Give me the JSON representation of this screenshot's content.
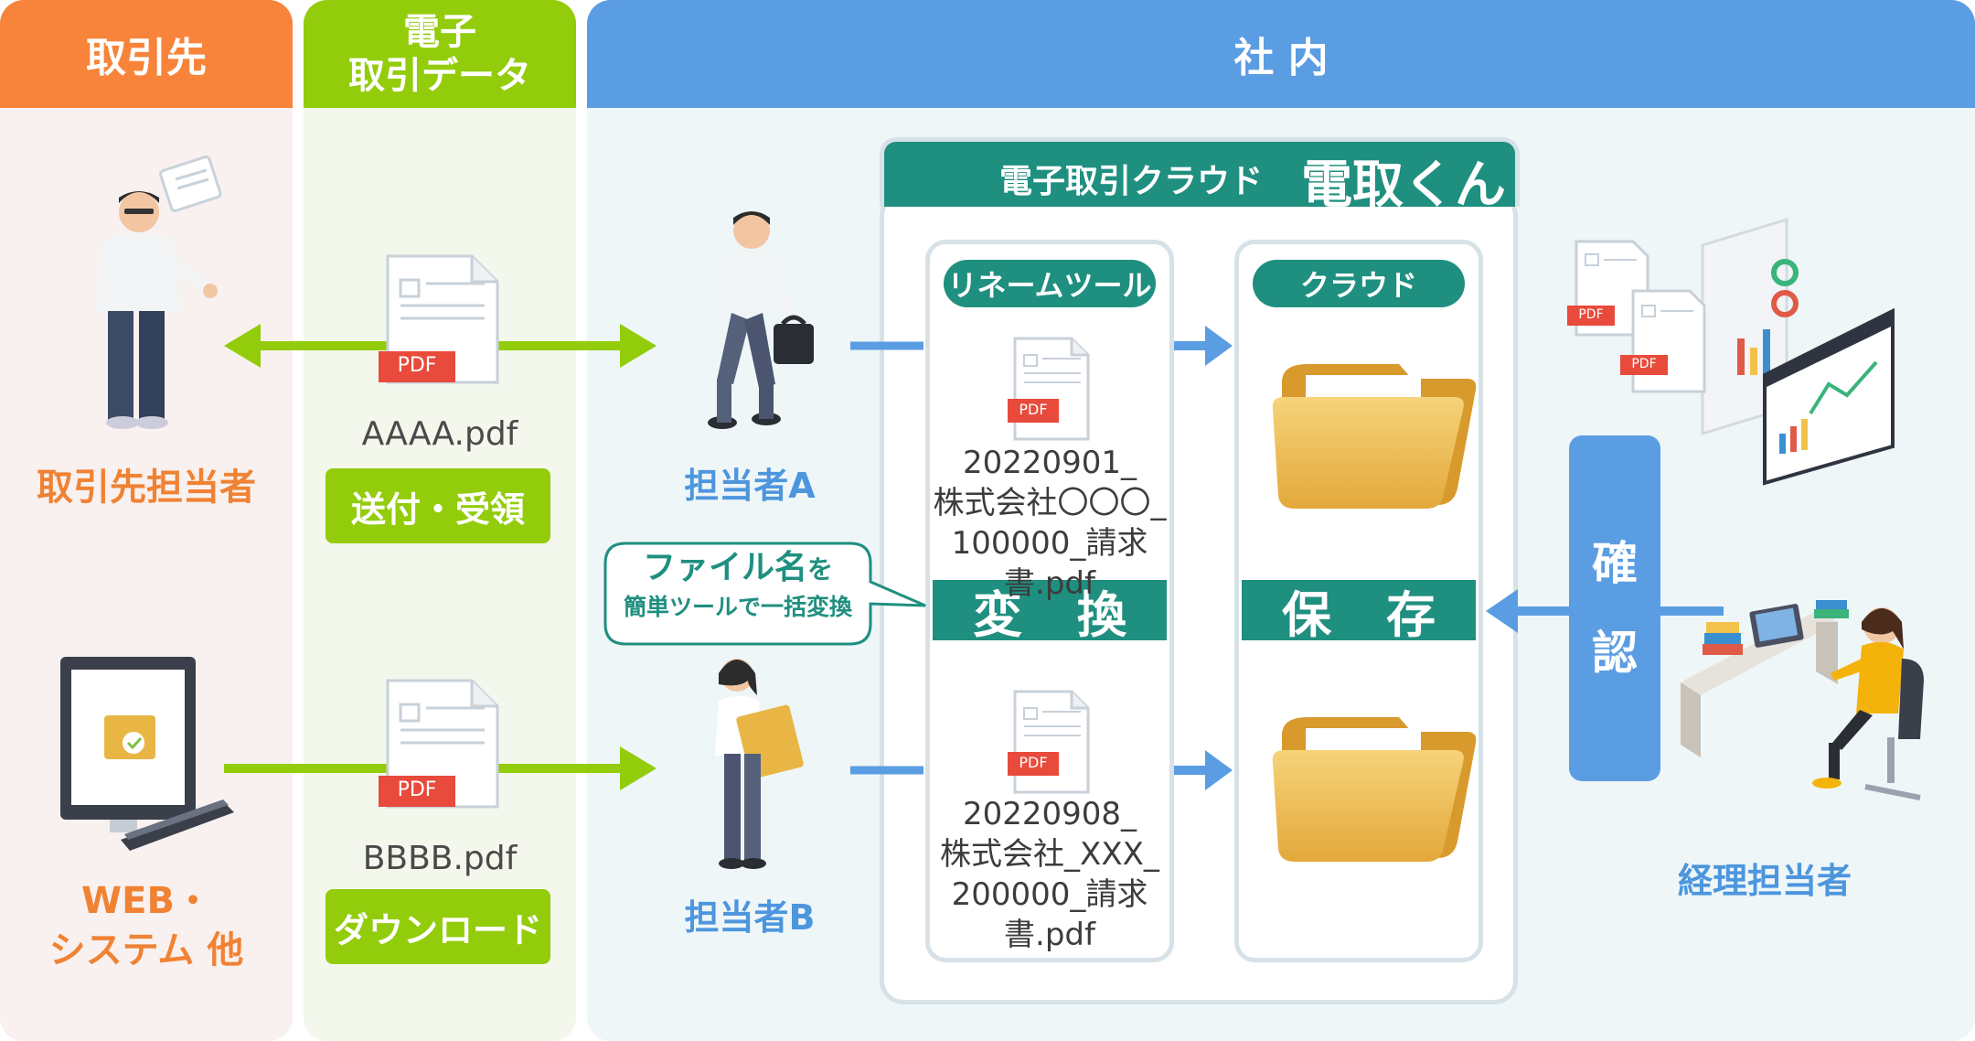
{
  "columns": {
    "partner": "取引先",
    "edata_line1": "電子",
    "edata_line2": "取引データ",
    "internal": "社 内"
  },
  "partner": {
    "person_label": "取引先担当者",
    "system_label_line1": "WEB・",
    "system_label_line2": "システム 他"
  },
  "edata": {
    "file_a": "AAAA.pdf",
    "file_b": "BBBB.pdf",
    "pdf_tag": "PDF",
    "action_a": "送付・受領",
    "action_b": "ダウンロード"
  },
  "internal": {
    "person_a": "担当者A",
    "person_b": "担当者B",
    "callout_line1_main": "ファイル名",
    "callout_line1_suffix": "を",
    "callout_line2": "簡単ツールで一括変換",
    "app_title_small": "電子取引クラウド",
    "app_title_big": "電取くん",
    "rename_tool": "リネームツール",
    "cloud": "クラウド",
    "convert": "変換",
    "save": "保存",
    "confirm_1": "確",
    "confirm_2": "認",
    "accountant": "経理担当者",
    "renamed_a": [
      "20220901_",
      "株式会社〇〇〇_",
      "100000_請求書.pdf"
    ],
    "renamed_b": [
      "20220908_",
      "株式会社_XXX_",
      "200000_請求書.pdf"
    ]
  },
  "colors": {
    "orange": "#f7843a",
    "green": "#92cc0b",
    "blue": "#5b9de3",
    "teal": "#1f8f80"
  }
}
